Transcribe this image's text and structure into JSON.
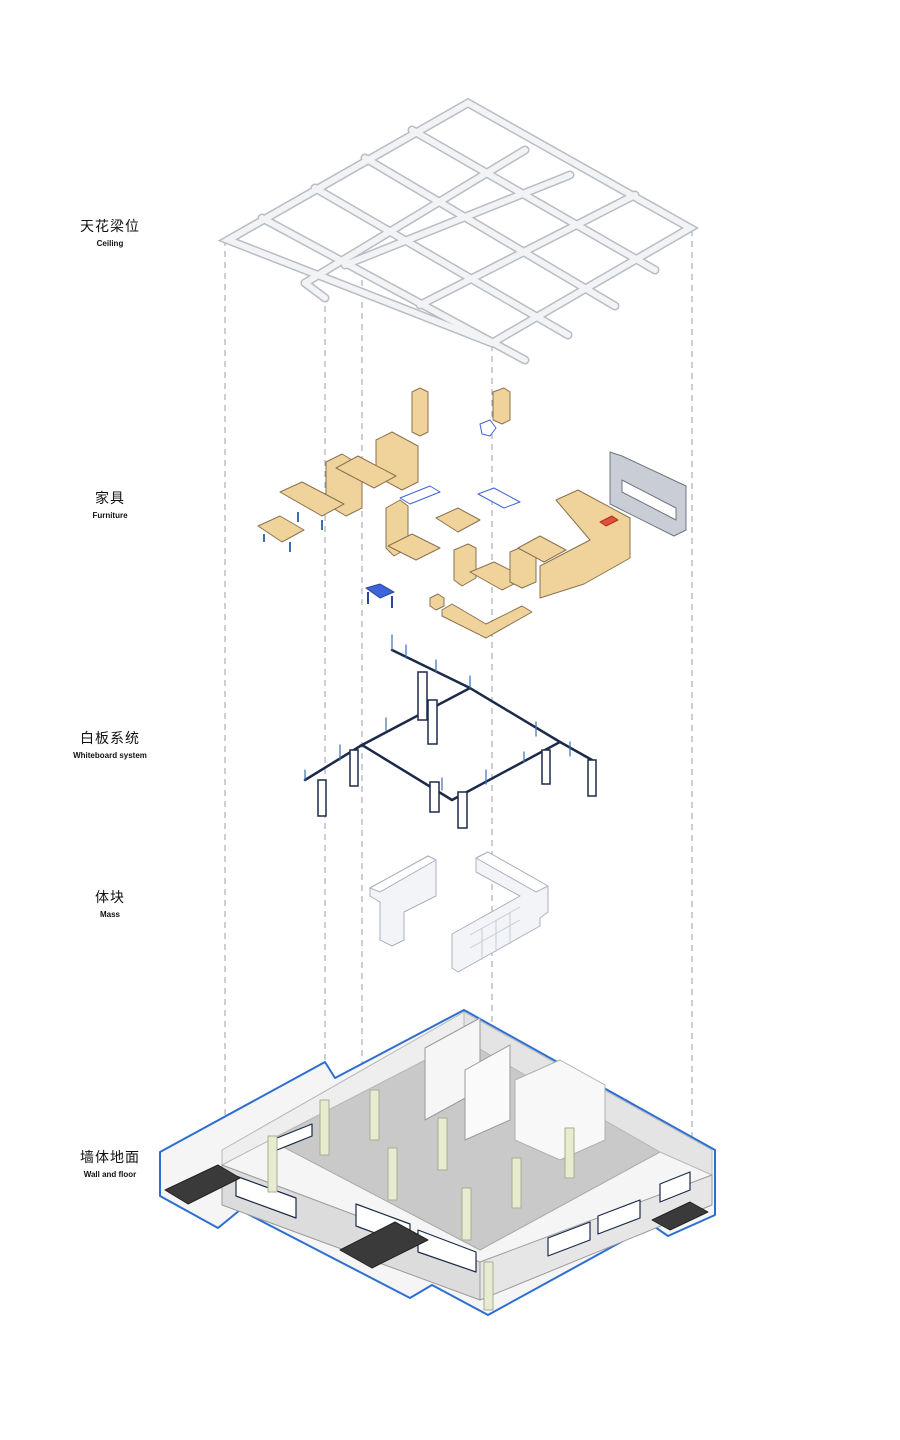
{
  "layers": [
    {
      "id": "ceiling",
      "label_zh": "天花梁位",
      "label_en": "Ceiling"
    },
    {
      "id": "furniture",
      "label_zh": "家具",
      "label_en": "Furniture"
    },
    {
      "id": "whiteboard",
      "label_zh": "白板系统",
      "label_en": "Whiteboard system"
    },
    {
      "id": "mass",
      "label_zh": "体块",
      "label_en": "Mass"
    },
    {
      "id": "wall_floor",
      "label_zh": "墙体地面",
      "label_en": "Wall and floor"
    }
  ],
  "colors": {
    "beam": "#f2f3f5",
    "beam_edge": "#b8bcc4",
    "wood": "#f0d39a",
    "wood_edge": "#8a7250",
    "furniture_blue": "#3f63d8",
    "furniture_leg": "#3a6fb0",
    "whiteboard_line": "#1b2a4a",
    "mass_fill": "#f3f4f7",
    "mass_edge": "#aab1c2",
    "floor": "#c9c9c9",
    "wall": "#eeeeee",
    "outline_blue": "#2c6fd1",
    "column": "#e7ebcf",
    "guide": "#9aa0a8"
  }
}
